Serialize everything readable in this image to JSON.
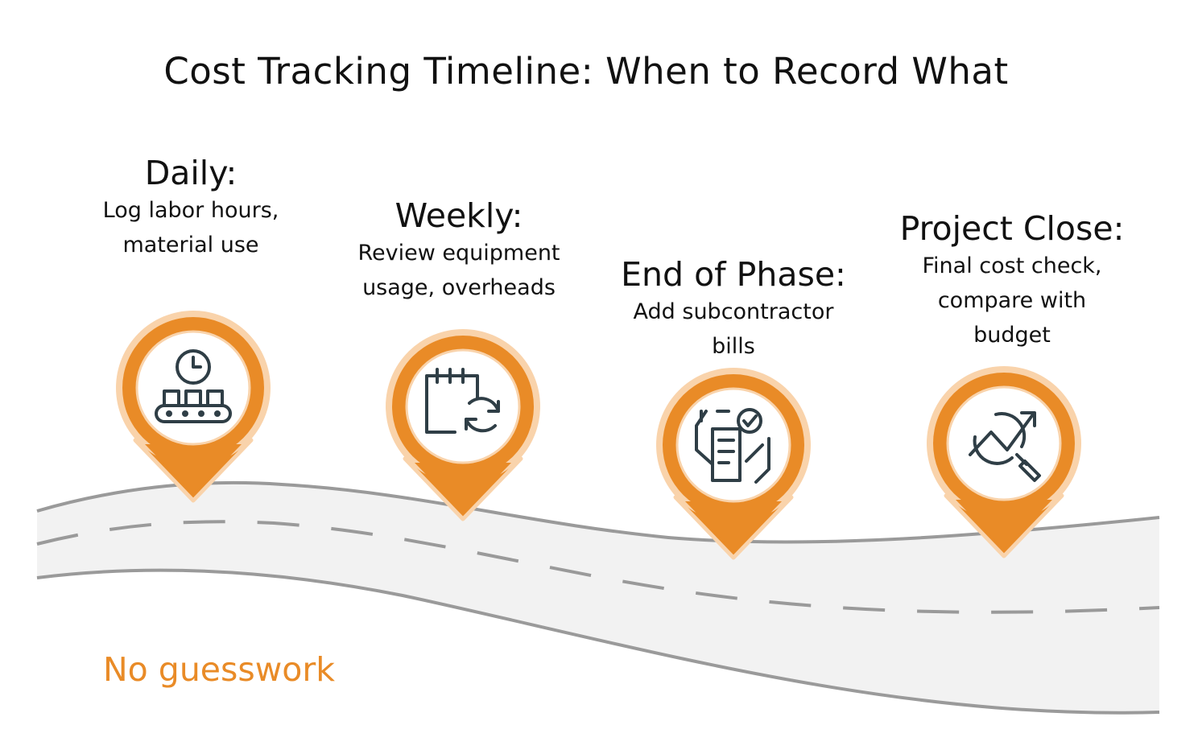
{
  "title": "Cost Tracking Timeline: When to Record What",
  "colors": {
    "accent": "#e98b27",
    "accent_light": "#f9d3ab",
    "road_fill": "#f2f2f2",
    "road_line": "#9a9a9a",
    "icon_stroke": "#2f3e46"
  },
  "steps": [
    {
      "heading": "Daily:",
      "desc_lines": [
        "Log labor hours,",
        "material use"
      ],
      "icon": "conveyor-clock-icon"
    },
    {
      "heading": "Weekly:",
      "desc_lines": [
        "Review equipment",
        "usage, overheads"
      ],
      "icon": "calendar-refresh-icon"
    },
    {
      "heading": "End of Phase:",
      "desc_lines": [
        "Add subcontractor",
        "bills"
      ],
      "icon": "checklist-hand-icon"
    },
    {
      "heading": "Project Close:",
      "desc_lines": [
        "Final cost check,",
        "compare with",
        "budget"
      ],
      "icon": "trend-analysis-icon"
    }
  ],
  "tagline": "No guesswork"
}
